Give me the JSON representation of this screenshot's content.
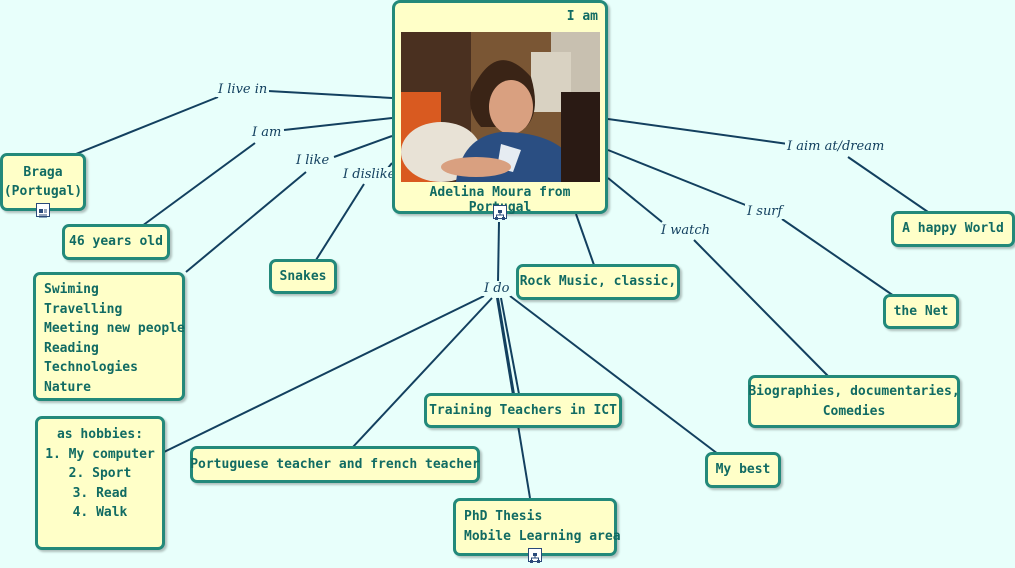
{
  "center": {
    "title": "I am",
    "caption": "Adelina Moura from Portugal",
    "icon": "concept-map-icon"
  },
  "link_labels": {
    "live_in": "I live in",
    "am": "I am",
    "like": "I like",
    "dislike": "I dislike",
    "do": "I do",
    "watch": "I watch",
    "surf": "I surf",
    "aim": "I aim at/dream"
  },
  "nodes": {
    "braga": [
      "Braga",
      "(Portugal)"
    ],
    "age": [
      "46 years old"
    ],
    "likes": [
      "Swiming",
      "Travelling",
      "Meeting new people",
      "Reading",
      "Technologies",
      "Nature"
    ],
    "snakes": [
      "Snakes"
    ],
    "music": [
      "Rock Music, classic,"
    ],
    "happy_world": [
      "A happy World"
    ],
    "net": [
      "the Net"
    ],
    "bio": [
      "Biographies, documentaries,",
      "Comedies"
    ],
    "hobbies": [
      "as hobbies:",
      "1. My computer",
      "2. Sport",
      "3. Read",
      "4. Walk"
    ],
    "teacher": [
      "Portuguese teacher and french teacher"
    ],
    "training": [
      "Training Teachers in ICT"
    ],
    "phd": [
      "PhD Thesis",
      "Mobile Learning area"
    ],
    "best": [
      "My best"
    ]
  },
  "colors": {
    "background": "#e8fffb",
    "node_fill": "#ffffc8",
    "node_border": "#23897a",
    "node_text": "#116b63",
    "link": "#13405f"
  }
}
